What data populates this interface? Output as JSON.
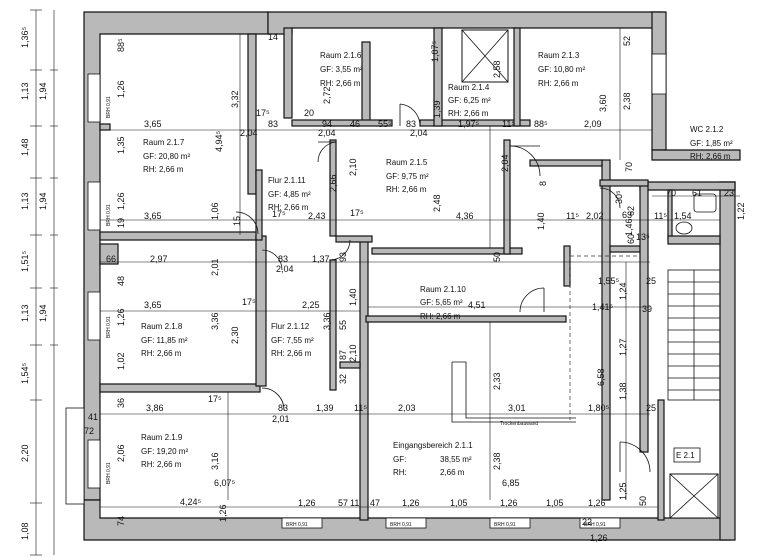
{
  "rooms": [
    {
      "name": "Raum 2.1.6",
      "gf": "GF:  3,55 m²",
      "rh": "RH:  2,66 m"
    },
    {
      "name": "Raum 2.1.4",
      "gf": "GF:  6,25 m²",
      "rh": "RH:  2,66 m"
    },
    {
      "name": "Raum 2.1.3",
      "gf": "GF:  10,80 m²",
      "rh": "RH:  2,66 m"
    },
    {
      "name": "Raum 2.1.7",
      "gf": "GF:  20,80 m²",
      "rh": "RH:  2,66 m"
    },
    {
      "name": "WC 2.1.2",
      "gf": "GF:  1,85 m²",
      "rh": "RH:  2,66 m"
    },
    {
      "name": "Raum 2.1.5",
      "gf": "GF:  9,75 m²",
      "rh": "RH:  2,66 m"
    },
    {
      "name": "Flur 2.1.11",
      "gf": "GF:  4,85 m²",
      "rh": "RH:  2,66 m"
    },
    {
      "name": "Raum 2.1.10",
      "gf": "GF:  5,65 m²",
      "rh": "RH:  2,66 m"
    },
    {
      "name": "Raum 2.1.8",
      "gf": "GF:  11,85 m²",
      "rh": "RH:  2,66 m"
    },
    {
      "name": "Flur 2.1.12",
      "gf": "GF:  7,55 m²",
      "rh": "RH:  2,66 m"
    },
    {
      "name": "Raum 2.1.9",
      "gf": "GF:  19,20 m²",
      "rh": "RH:  2,66 m"
    },
    {
      "name": "Eingangsbereich 2.1.1",
      "gf": "GF:",
      "gf_value": "38,55 m²",
      "rh": "RH:",
      "rh_value": "2,66 m"
    }
  ],
  "labels": {
    "trockenbauwand": "Trockenbauwand",
    "lift": "E 2.1",
    "brh": "BRH 0,91"
  },
  "left_dims": [
    "1,36⁵",
    "1,13",
    "1,94",
    "1,48",
    "1,13",
    "1,94",
    "1,51⁵",
    "1,13",
    "1,94",
    "1,54⁵",
    "2,20",
    "1,08"
  ],
  "dims": [
    "88⁵",
    "1,26",
    "1,35",
    "1,26",
    "48",
    "1,26",
    "1,02",
    "36",
    "2,06",
    "74",
    "3,65",
    "3,32",
    "4,94⁵",
    "3,65",
    "2,97",
    "3,65",
    "3,36",
    "3,86",
    "3,16",
    "4,24⁵",
    "6,07⁵",
    "2,30",
    "3,36",
    "2,25",
    "2,43",
    "2,04",
    "2,04",
    "2,04",
    "2,72",
    "2,66",
    "2,10",
    "2,10",
    "1,37",
    "1,39",
    "2,01",
    "83",
    "83",
    "83",
    "83",
    "17⁵",
    "17⁵",
    "17⁵",
    "17⁵",
    "17⁵",
    "94",
    "46",
    "55⁵",
    "2,04",
    "1,97⁵",
    "88⁵",
    "2,09",
    "3,60",
    "2,38",
    "52",
    "1,07⁵",
    "2,58",
    "1,39",
    "2,48",
    "4,36",
    "2,02",
    "1,54",
    "1,22",
    "70",
    "61",
    "23",
    "1,55⁵",
    "1,41⁵",
    "1,24",
    "39",
    "25",
    "1,27",
    "6,58",
    "1,38",
    "1,80⁵",
    "25",
    "2,03",
    "3,01",
    "2,33",
    "4,51",
    "6,85",
    "2,38",
    "1,26",
    "1,26",
    "1,05",
    "1,26",
    "1,05",
    "1,26",
    "1,26",
    "57",
    "11",
    "47",
    "1,25",
    "50",
    "50",
    "14",
    "63",
    "72",
    "41",
    "11⁵",
    "11⁵",
    "11⁵",
    "11⁵",
    "1,46",
    "1,40",
    "1,40",
    "2,04",
    "87",
    "32",
    "55",
    "19",
    "66",
    "93",
    "62",
    "60",
    "13⁵",
    "8",
    "30⁵",
    "70",
    "22",
    "1,06",
    "2,01",
    "15",
    "20",
    "1,26"
  ]
}
